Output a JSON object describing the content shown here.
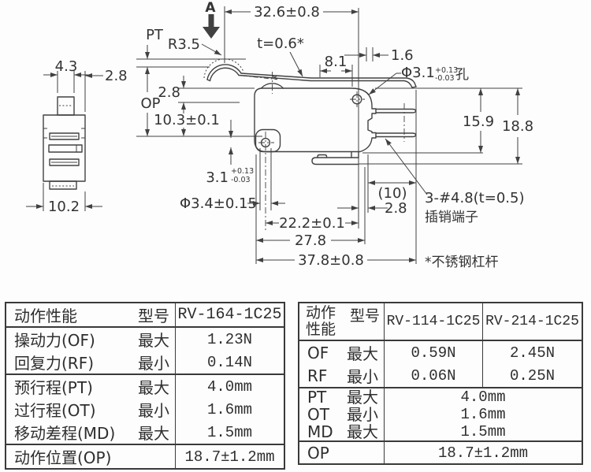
{
  "drawing": {
    "section_label": "A",
    "dims": {
      "overall_top": "32.6±0.8",
      "lever_radius": "R3.5",
      "lever_thickness": "t=0.6*",
      "pt_label": "PT",
      "op_label": "OP",
      "top_offset": "2.8",
      "op_to_hole": "10.3±0.1",
      "lever_offset": "8.1",
      "edge_offset": "1.6",
      "hole_right_dia": "Φ3.1",
      "hole_right_tol_plus": "+0.13",
      "hole_right_tol_minus": "-0.03",
      "hole_right_suffix": "孔",
      "body_height": "15.9",
      "overall_height": "18.8",
      "hole_left_dia": "3.1",
      "hole_left_tol_plus": "+0.13",
      "hole_left_tol_minus": "-0.03",
      "plunger_dia": "Φ3.4±0.15",
      "terminal_length": "(10)",
      "terminal_offset": "2.8",
      "hole_pitch": "22.2±0.1",
      "body_width": "27.8",
      "overall_width": "37.8±0.8",
      "side_width_top": "4.3",
      "side_offset": "2.8",
      "side_width": "10.2"
    },
    "notes": {
      "terminal_line1": "3-#4.8(t=0.5)",
      "terminal_line2": "插销端子",
      "lever_material": "*不锈钢杠杆"
    }
  },
  "tables": {
    "left": {
      "header": {
        "title": "动作性能",
        "model_label": "型号",
        "model": "RV-164-1C25"
      },
      "rows": [
        {
          "label": "操动力(OF)",
          "qualifier": "最大",
          "value": "1.23N"
        },
        {
          "label": "回复力(RF)",
          "qualifier": "最小",
          "value": "0.14N"
        },
        {
          "label": "预行程(PT)",
          "qualifier": "最大",
          "value": "4.0mm"
        },
        {
          "label": "过行程(OT)",
          "qualifier": "最小",
          "value": "1.6mm"
        },
        {
          "label": "移动差程(MD)",
          "qualifier": "最大",
          "value": "1.5mm"
        },
        {
          "label": "动作位置(OP)",
          "qualifier": "",
          "value": "18.7±1.2mm"
        }
      ]
    },
    "right": {
      "header": {
        "title": "动作性能",
        "model_label": "型号",
        "models": [
          "RV-114-1C25",
          "RV-214-1C25"
        ]
      },
      "rows": [
        {
          "label": "OF",
          "qualifier": "最大",
          "values": [
            "0.59N",
            "2.45N"
          ]
        },
        {
          "label": "RF",
          "qualifier": "最小",
          "values": [
            "0.06N",
            "0.25N"
          ]
        },
        {
          "label": "PT",
          "qualifier": "最大",
          "value": "4.0mm"
        },
        {
          "label": "OT",
          "qualifier": "最小",
          "value": "1.6mm"
        },
        {
          "label": "MD",
          "qualifier": "最大",
          "value": "1.5mm"
        },
        {
          "label": "OP",
          "qualifier": "",
          "value": "18.7±1.2mm"
        }
      ]
    }
  }
}
